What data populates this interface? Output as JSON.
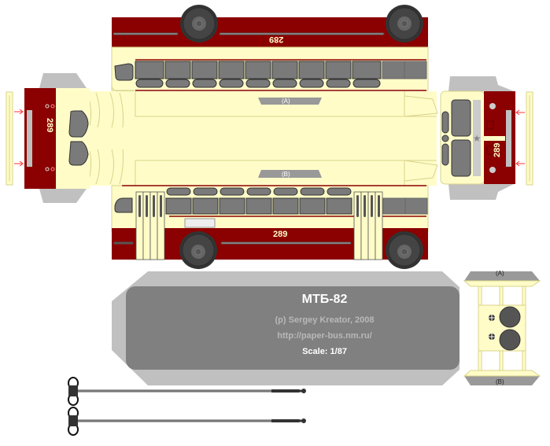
{
  "sheet": {
    "model_name": "МТБ-82",
    "author": "(p) Sergey Kreator, 2008",
    "url": "http://paper-bus.nm.ru/",
    "scale": "Scale: 1/87"
  },
  "bus": {
    "route_number": "289",
    "side_top_number": "289",
    "side_bottom_number": "289",
    "rear_number": "289",
    "front_number": "289"
  },
  "labels": {
    "roof_tab_a": "(A)",
    "roof_tab_b": "(B)",
    "base_tab_a": "(A)",
    "base_tab_b": "(B)"
  },
  "colors": {
    "maroon": "#8B0000",
    "cream": "#FFFCC8",
    "window_gray": "#7A7A7A",
    "tab_gray": "#C0C0C0",
    "base_gray": "#808080",
    "outline_cream": "#D8D48A",
    "arrow_red": "#FF3333"
  }
}
